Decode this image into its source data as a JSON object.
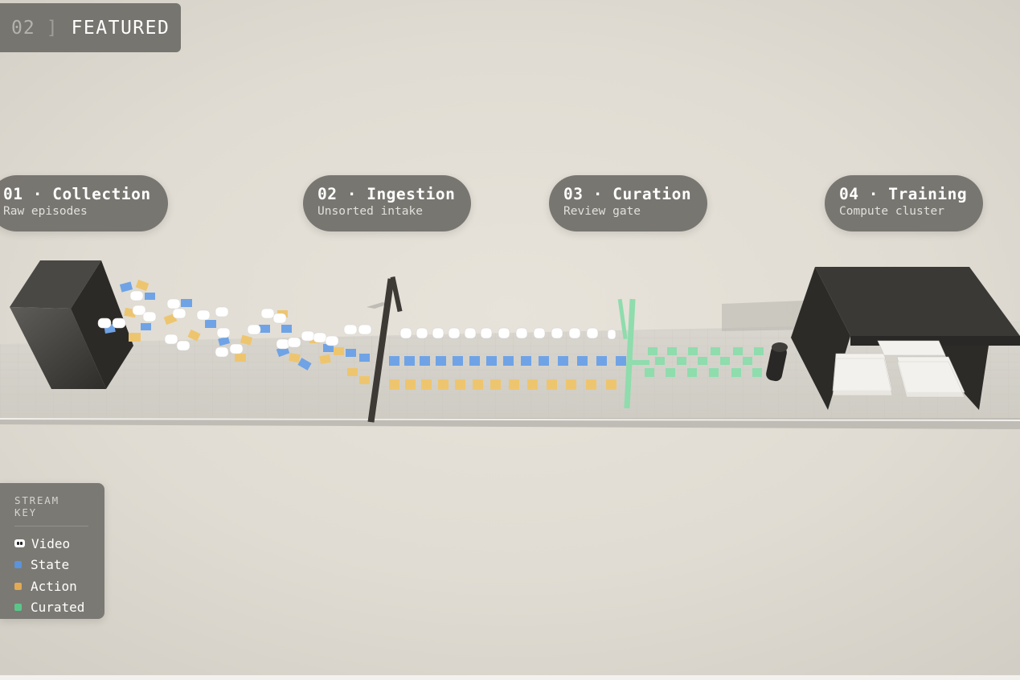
{
  "badge": {
    "number": "02",
    "separator": "]",
    "label": "FEATURED"
  },
  "stages": [
    {
      "title": "01 · Collection",
      "subtitle": "Raw episodes"
    },
    {
      "title": "02 · Ingestion",
      "subtitle": "Unsorted intake"
    },
    {
      "title": "03 · Curation",
      "subtitle": "Review gate"
    },
    {
      "title": "04 · Training",
      "subtitle": "Compute cluster"
    }
  ],
  "legend": {
    "heading": "STREAM KEY",
    "items": [
      {
        "label": "Video",
        "icon": "video-token-icon",
        "color": "#ffffff"
      },
      {
        "label": "State",
        "icon": "state-swatch-icon",
        "color": "#5b93dc"
      },
      {
        "label": "Action",
        "icon": "action-swatch-icon",
        "color": "#e2aa55"
      },
      {
        "label": "Curated",
        "icon": "curated-swatch-icon",
        "color": "#5cc689"
      }
    ]
  },
  "colors": {
    "video": "#ffffff",
    "state": "#6fa3e6",
    "action": "#eec56f",
    "curated": "#8fdcad",
    "machine": "#3d3a36",
    "belt": "#d6d3cc",
    "background": "#e2ded5"
  }
}
